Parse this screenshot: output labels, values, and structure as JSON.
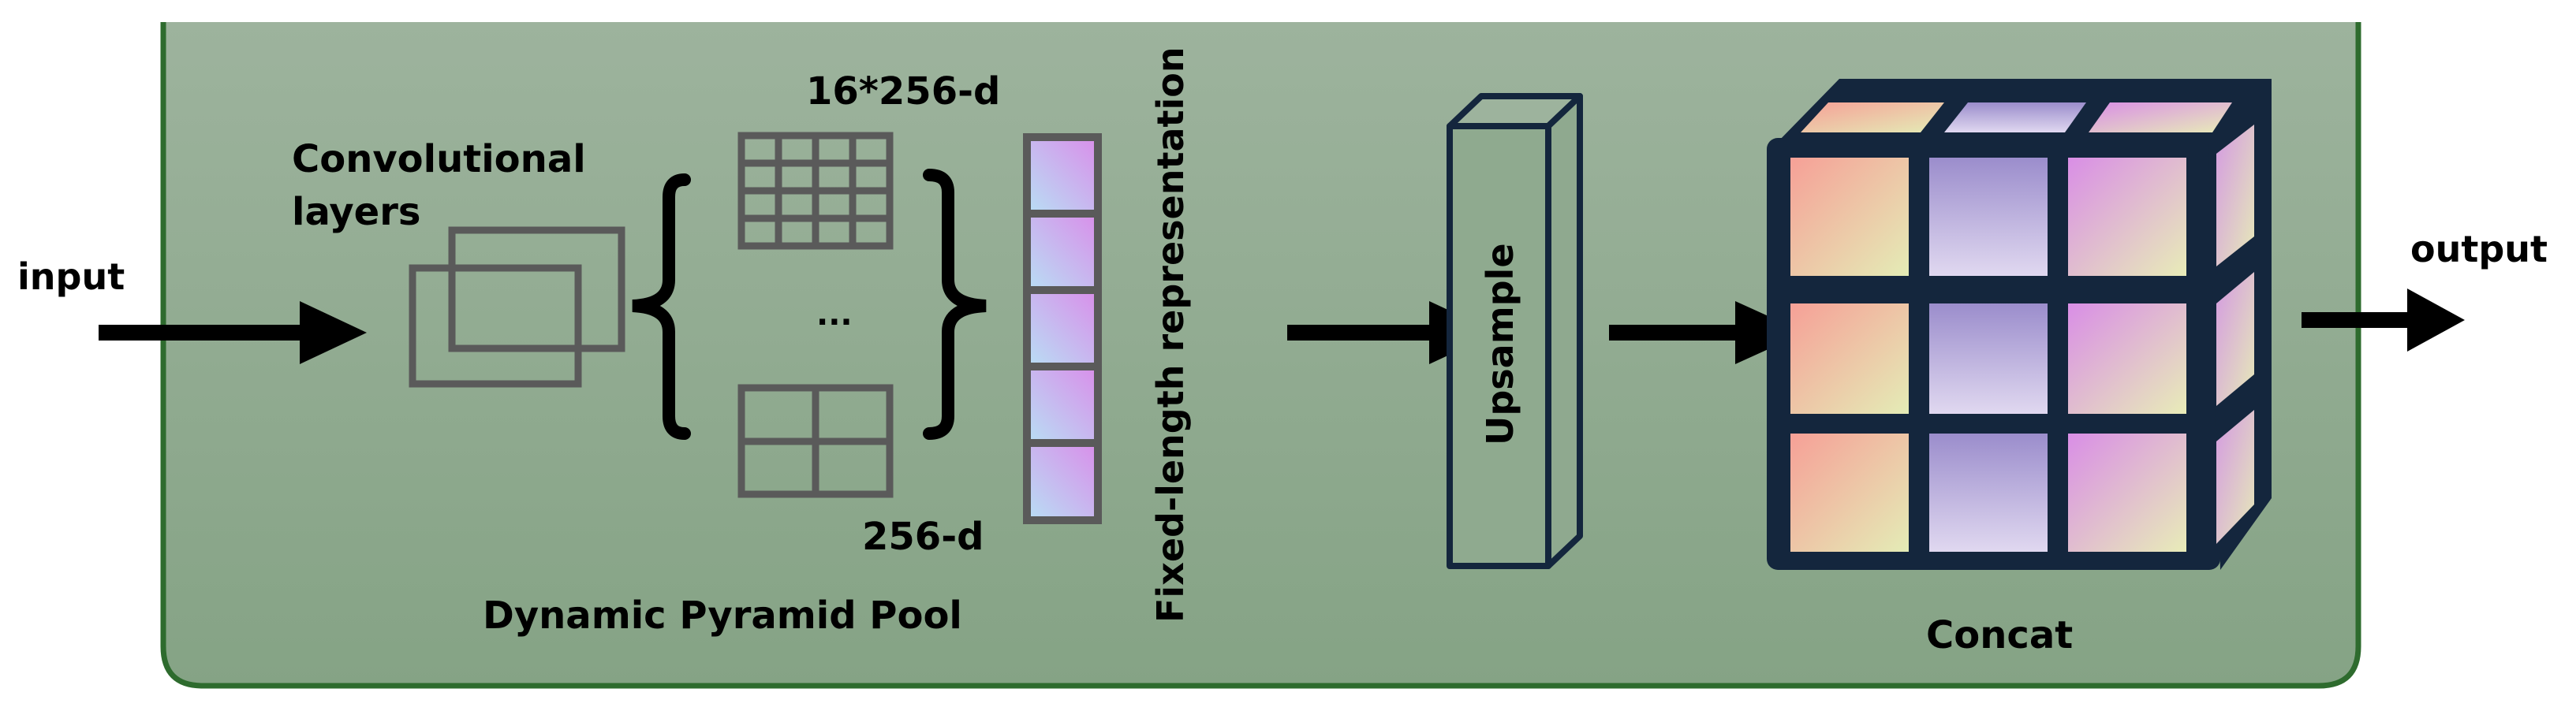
{
  "labels": {
    "input": "input",
    "output": "output",
    "conv_line1": "Convolutional",
    "conv_line2": "layers",
    "dim_top": "16*256-d",
    "ellipsis": "...",
    "dim_bottom": "256-d",
    "pool": "Dynamic Pyramid Pool",
    "fixed": "Fixed-length representation",
    "upsample": "Upsample",
    "concat": "Concat"
  },
  "colors": {
    "panel_top": "#9db39d",
    "panel_bottom": "#86a486",
    "panel_border": "#2e6b2e",
    "grid_gray": "#5a5a5a",
    "dark_navy": "#14263d",
    "arrow": "#000000"
  },
  "icons": {
    "arrow": "arrow-right-icon",
    "bracket": "curly-bracket-icon",
    "cube": "cube-icon"
  }
}
